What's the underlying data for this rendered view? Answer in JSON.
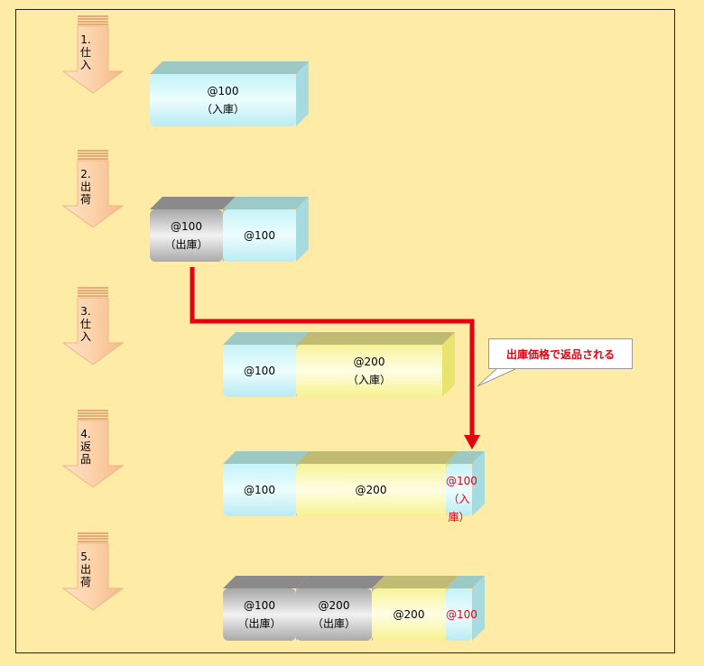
{
  "steps": [
    {
      "num": "1.",
      "chars": [
        "仕",
        "入"
      ]
    },
    {
      "num": "2.",
      "chars": [
        "出",
        "荷"
      ]
    },
    {
      "num": "3.",
      "chars": [
        "仕",
        "入"
      ]
    },
    {
      "num": "4.",
      "chars": [
        "返",
        "品"
      ]
    },
    {
      "num": "5.",
      "chars": [
        "出",
        "荷"
      ]
    }
  ],
  "rows": [
    {
      "blocks": [
        {
          "color": "cyan",
          "lines": [
            "@100",
            "（入庫）"
          ]
        }
      ]
    },
    {
      "blocks": [
        {
          "color": "gray",
          "lines": [
            "@100",
            "（出庫）"
          ]
        },
        {
          "color": "cyan",
          "lines": [
            "@100"
          ]
        }
      ]
    },
    {
      "blocks": [
        {
          "color": "cyan",
          "lines": [
            "@100"
          ]
        },
        {
          "color": "yellow",
          "lines": [
            "@200",
            "（入庫）"
          ]
        }
      ]
    },
    {
      "blocks": [
        {
          "color": "cyan",
          "lines": [
            "@100"
          ]
        },
        {
          "color": "yellow",
          "lines": [
            "@200"
          ]
        },
        {
          "color": "cyan",
          "red": true,
          "lines": [
            "@100",
            "（入庫）"
          ]
        }
      ]
    },
    {
      "blocks": [
        {
          "color": "gray",
          "lines": [
            "@100",
            "（出庫）"
          ]
        },
        {
          "color": "gray",
          "lines": [
            "@200",
            "（出庫）"
          ]
        },
        {
          "color": "yellow",
          "lines": [
            "@200"
          ]
        },
        {
          "color": "cyan",
          "red": true,
          "lines": [
            "@100"
          ]
        }
      ]
    }
  ],
  "callout": "出庫価格で返品される",
  "colors": {
    "background": "#fdeba6",
    "arrow_line": "#e60012",
    "step_arrow": "#f9c89b",
    "cyan_front": "#dcfafd",
    "cyan_top": "#8ab5b3",
    "gray_front": "#d9d9d9",
    "gray_top": "#808080",
    "yellow_front": "#fdfcc4",
    "yellow_top": "#b8b46a"
  }
}
